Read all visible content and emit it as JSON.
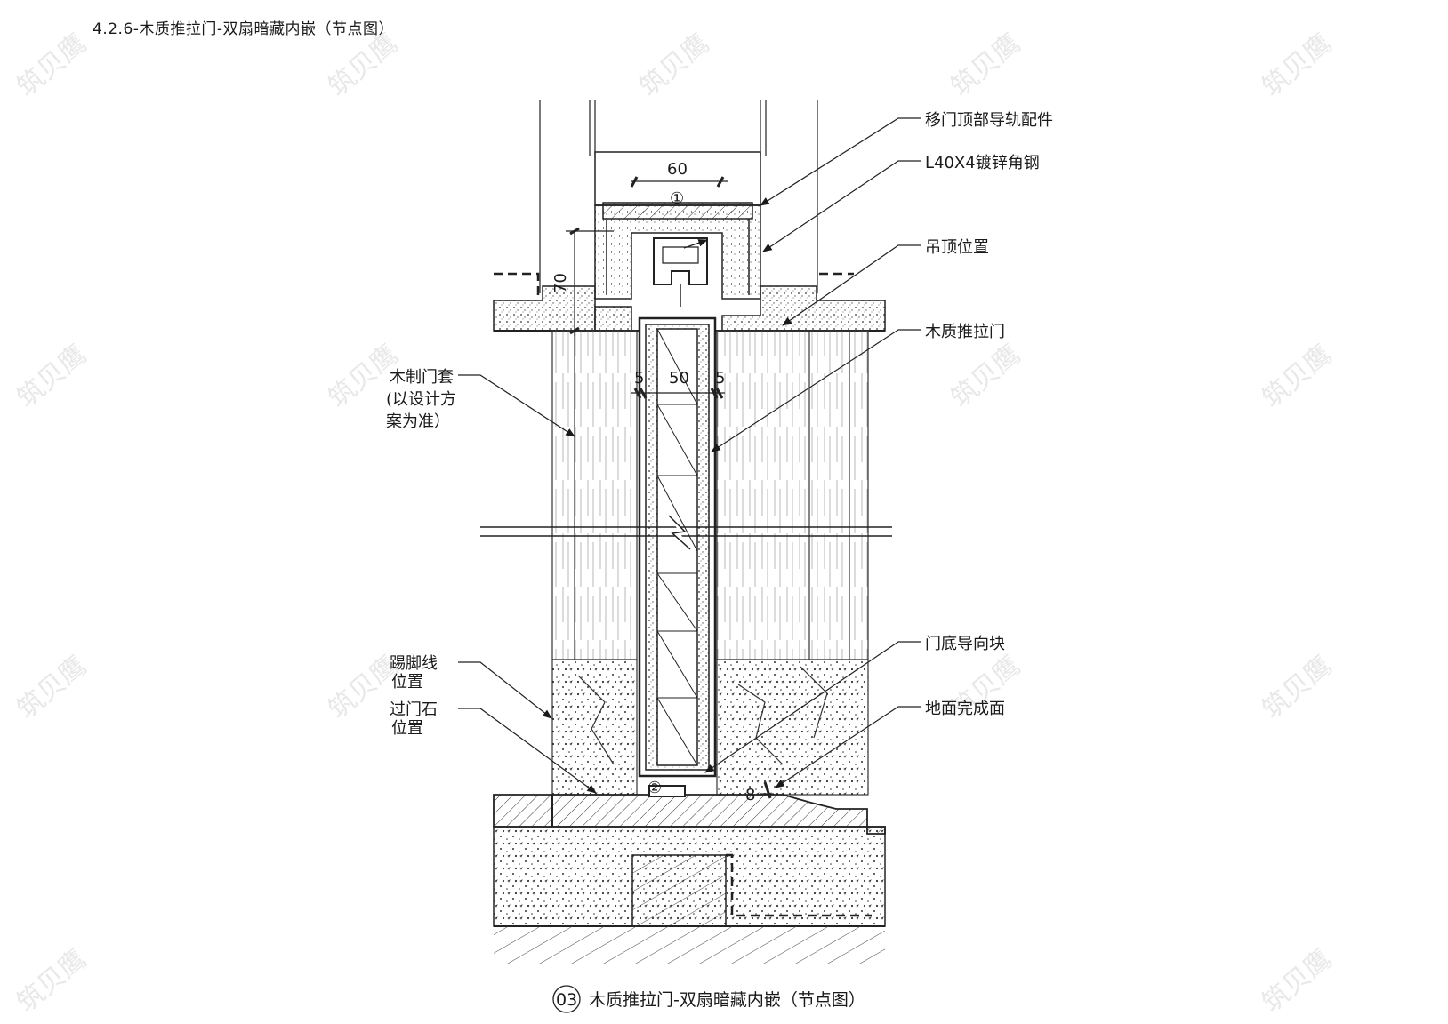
{
  "page_title": "4.2.6-木质推拉门-双扇暗藏内嵌（节点图）",
  "callouts": {
    "top_rail_fitting": "移门顶部导轨配件",
    "angle_steel": "L40X4镀锌角钢",
    "ceiling_position": "吊顶位置",
    "wood_sliding_door": "木质推拉门",
    "door_casing": [
      "木制门套",
      "(以设计方",
      "案为准）"
    ],
    "baseboard_position": [
      "踢脚线",
      "位置"
    ],
    "threshold_position": [
      "过门石",
      "位置"
    ],
    "door_bottom_guide": "门底导向块",
    "finished_floor": "地面完成面"
  },
  "dimensions": {
    "top_width": "60",
    "vertical": "70",
    "door_thickness": "50",
    "gap_left": "5",
    "gap_right": "5",
    "floor_offset": "8"
  },
  "markers": {
    "marker_1": "①",
    "marker_2": "②"
  },
  "caption": {
    "number": "03",
    "text": "木质推拉门-双扇暗藏内嵌（节点图）"
  },
  "watermark": "筑贝鹰"
}
